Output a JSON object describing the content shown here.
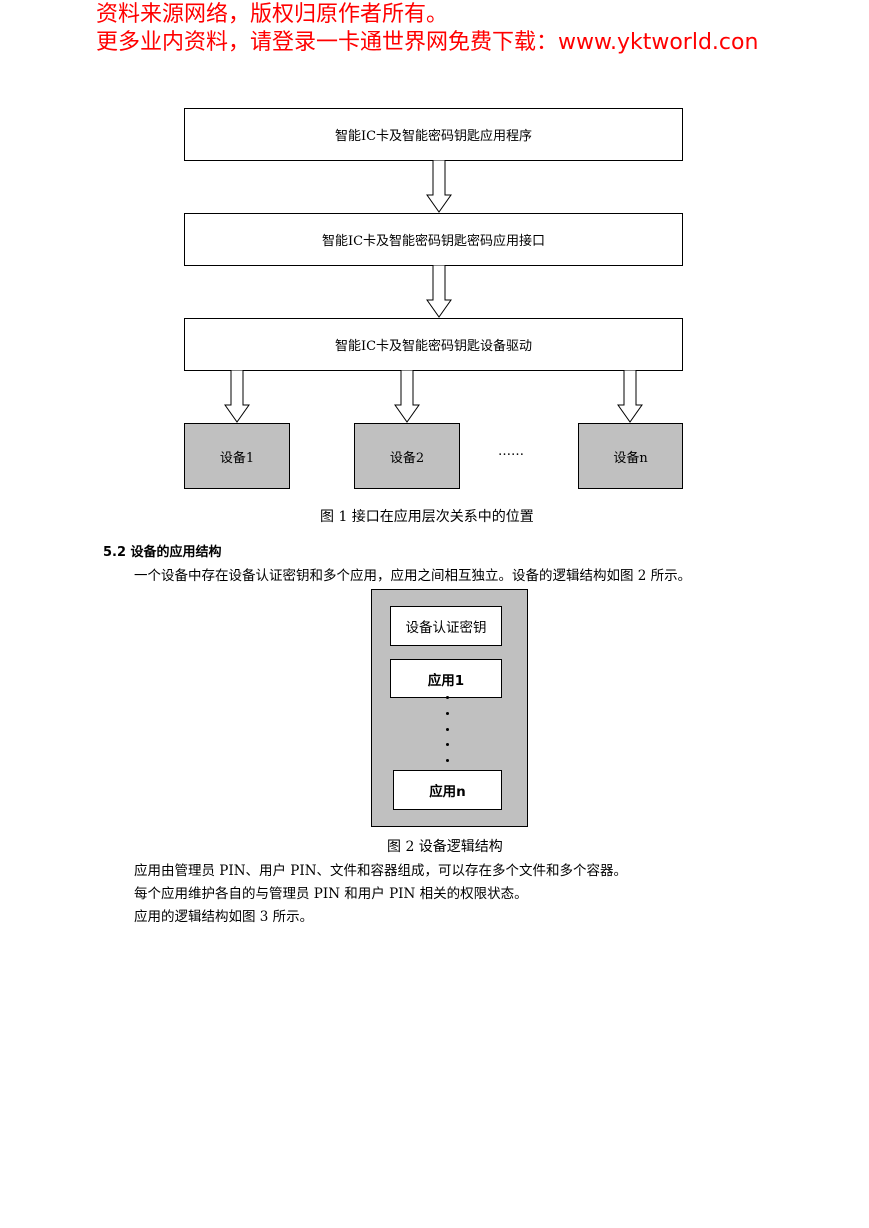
{
  "watermark": {
    "line1": "资料来源网络，版权归原作者所有。",
    "line2": "更多业内资料，请登录一卡通世界网免费下载：www.yktworld.con"
  },
  "figure1": {
    "layers": [
      "智能IC卡及智能密码钥匙应用程序",
      "智能IC卡及智能密码钥匙密码应用接口",
      "智能IC卡及智能密码钥匙设备驱动"
    ],
    "devices": [
      "设备1",
      "设备2",
      "设备n"
    ],
    "ellipsis": "……",
    "caption": "图 1 接口在应用层次关系中的位置"
  },
  "section": {
    "heading": "5.2 设备的应用结构",
    "intro": "一个设备中存在设备认证密钥和多个应用，应用之间相互独立。设备的逻辑结构如图 2 所示。"
  },
  "figure2": {
    "auth_key": "设备认证密钥",
    "app_first": "应用1",
    "app_last": "应用n",
    "caption": "图 2  设备逻辑结构"
  },
  "paragraphs": [
    "应用由管理员 PIN、用户 PIN、文件和容器组成，可以存在多个文件和多个容器。",
    "每个应用维护各自的与管理员 PIN 和用户 PIN 相关的权限状态。",
    "应用的逻辑结构如图 3 所示。"
  ]
}
